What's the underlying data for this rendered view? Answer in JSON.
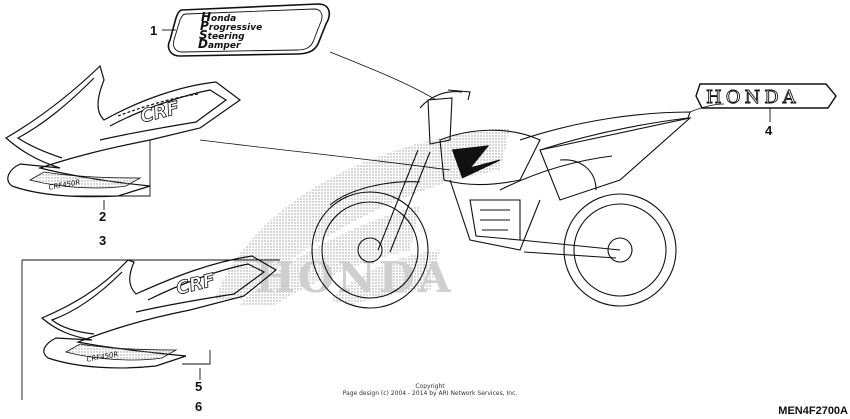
{
  "diagram": {
    "callouts": [
      {
        "id": "c1",
        "text": "1"
      },
      {
        "id": "c2",
        "text": "2"
      },
      {
        "id": "c3",
        "text": "3"
      },
      {
        "id": "c4",
        "text": "4"
      },
      {
        "id": "c5",
        "text": "5"
      },
      {
        "id": "c6",
        "text": "6"
      }
    ],
    "emblem_1_lines": [
      {
        "cap": "H",
        "rest": "onda"
      },
      {
        "cap": "P",
        "rest": "rogressive"
      },
      {
        "cap": "S",
        "rest": "teering"
      },
      {
        "cap": "D",
        "rest": "amper"
      }
    ],
    "emblem_4_text": "HONDA",
    "background_watermark": "HONDA",
    "shroud_mark": "CRF",
    "shroud_sub_mark": "CRF450R",
    "copyright_line_1": "Copyright",
    "copyright_line_2": "Page design (c) 2004 - 2014 by ARI Network Services, Inc.",
    "diagram_code": "MEN4F2700A",
    "colors": {
      "line": "#111111",
      "dot": "#9a9a9a"
    }
  }
}
